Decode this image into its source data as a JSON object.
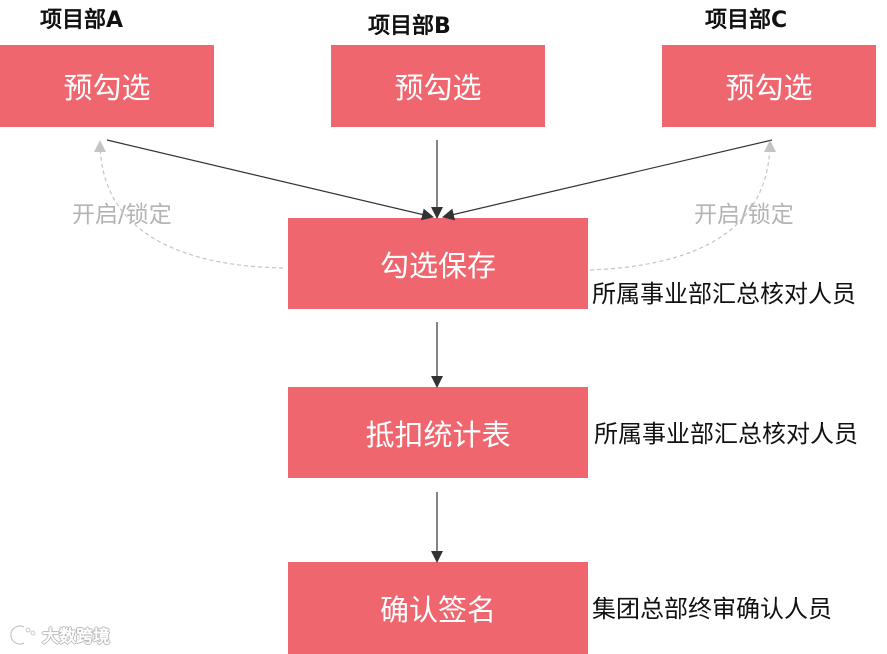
{
  "projects": [
    {
      "label": "项目部A",
      "box_label": "预勾选"
    },
    {
      "label": "项目部B",
      "box_label": "预勾选"
    },
    {
      "label": "项目部C",
      "box_label": "预勾选"
    }
  ],
  "toggles": {
    "left": "开启/锁定",
    "right": "开启/锁定"
  },
  "flow": {
    "steps": [
      {
        "label": "勾选保存",
        "role": "所属事业部汇总核对人员"
      },
      {
        "label": "抵扣统计表",
        "role": "所属事业部汇总核对人员"
      },
      {
        "label": "确认签名",
        "role": "集团总部终审确认人员"
      }
    ]
  },
  "watermark": {
    "text": "大数跨境"
  },
  "colors": {
    "box": "#f0666f",
    "box_text": "#ffffff",
    "arrow": "#333333",
    "toggle_arrow": "#b4b4b4",
    "toggle_text": "#b4b4b4"
  }
}
